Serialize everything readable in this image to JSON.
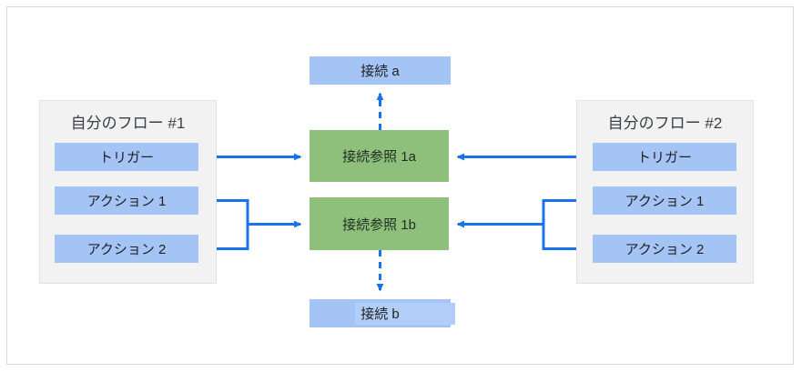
{
  "diagram": {
    "title_visible": false,
    "colors": {
      "node_blue": "#a5c4f6",
      "node_blue_highlight": "#b2cdf8",
      "node_green": "#8ec07c",
      "panel_gray": "#f2f2f2",
      "frame_border": "#d8d8d8",
      "arrow_blue": "#1a73e8"
    },
    "connections": {
      "top": "接続 a",
      "bottom": "接続 b"
    },
    "references": {
      "upper": "接続参照 1a",
      "lower": "接続参照 1b"
    },
    "flows": [
      {
        "title": "自分のフロー #1",
        "side": "left",
        "steps": [
          {
            "label": "トリガー"
          },
          {
            "label": "アクション 1"
          },
          {
            "label": "アクション 2"
          }
        ]
      },
      {
        "title": "自分のフロー #2",
        "side": "right",
        "steps": [
          {
            "label": "トリガー"
          },
          {
            "label": "アクション 1"
          },
          {
            "label": "アクション 2"
          }
        ]
      }
    ],
    "edges": [
      {
        "from": "自分のフロー #1 / トリガー",
        "to": "接続参照 1a",
        "style": "solid"
      },
      {
        "from": "自分のフロー #1 / アクション 1",
        "to": "接続参照 1b",
        "style": "solid"
      },
      {
        "from": "自分のフロー #1 / アクション 2",
        "to": "接続参照 1b",
        "style": "solid"
      },
      {
        "from": "自分のフロー #2 / トリガー",
        "to": "接続参照 1a",
        "style": "solid"
      },
      {
        "from": "自分のフロー #2 / アクション 1",
        "to": "接続参照 1b",
        "style": "solid"
      },
      {
        "from": "自分のフロー #2 / アクション 2",
        "to": "接続参照 1b",
        "style": "solid"
      },
      {
        "from": "接続参照 1a",
        "to": "接続 a",
        "style": "dashed"
      },
      {
        "from": "接続参照 1b",
        "to": "接続 b",
        "style": "dashed"
      }
    ]
  }
}
